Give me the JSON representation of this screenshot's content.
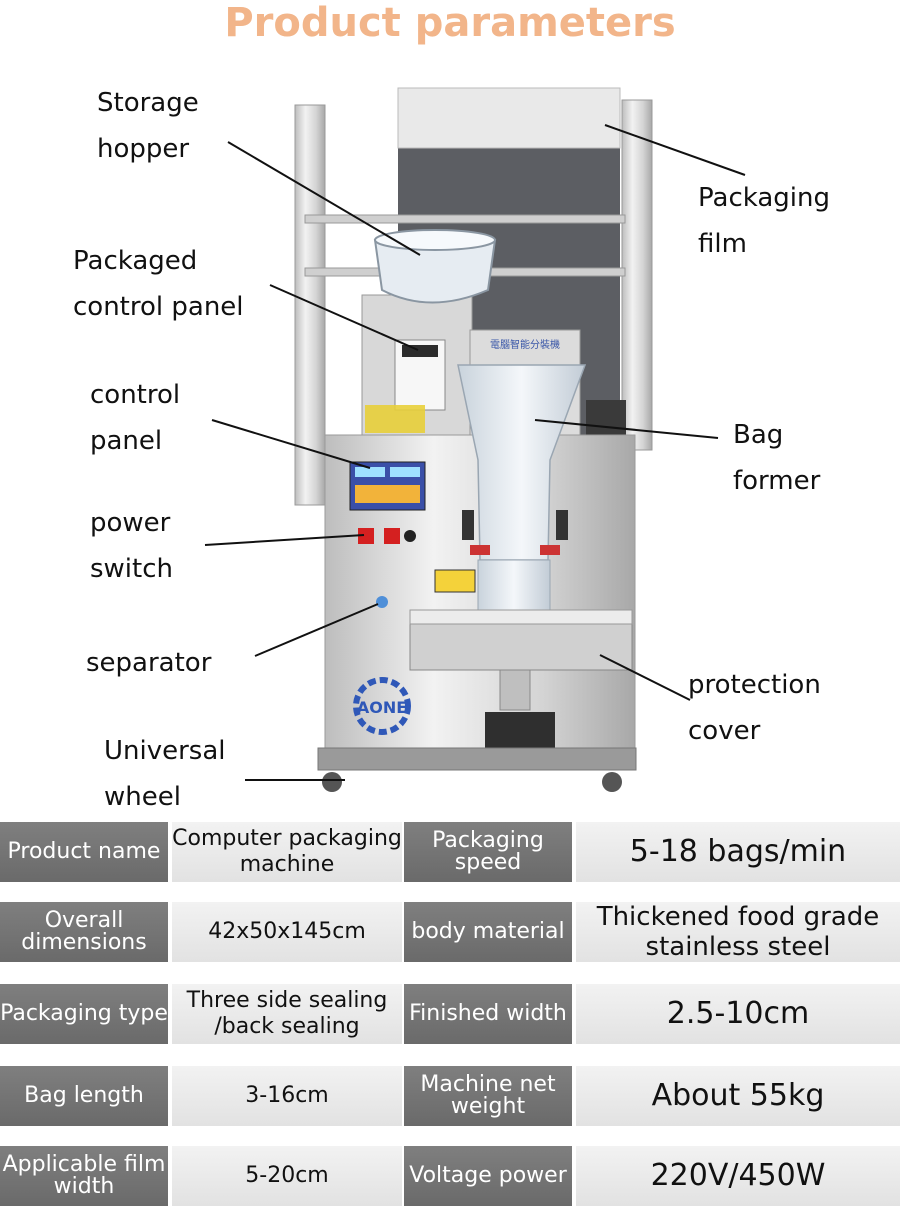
{
  "title": "Product parameters",
  "callouts": {
    "storage_hopper": "Storage\nhopper",
    "packaged_control_panel": "Packaged\ncontrol panel",
    "control_panel": "control\npanel",
    "power_switch": "power\nswitch",
    "separator": "separator",
    "universal_wheel": "Universal\nwheel",
    "packaging_film": "Packaging\nfilm",
    "bag_former": "Bag\nformer",
    "protection_cover": "protection\ncover"
  },
  "machine": {
    "logo_text": "AONE",
    "panel_text": "電腦智能分裝機"
  },
  "params": [
    {
      "label1": "Product name",
      "value1": "Computer packaging machine",
      "label2": "Packaging speed",
      "value2": "5-18 bags/min"
    },
    {
      "label1": "Overall dimensions",
      "value1": "42x50x145cm",
      "label2": "body material",
      "value2": "Thickened food grade stainless steel"
    },
    {
      "label1": "Packaging type",
      "value1": "Three side sealing /back sealing",
      "label2": "Finished width",
      "value2": "2.5-10cm"
    },
    {
      "label1": "Bag length",
      "value1": "3-16cm",
      "label2": "Machine net weight",
      "value2": "About 55kg"
    },
    {
      "label1": "Applicable film width",
      "value1": "5-20cm",
      "label2": "Voltage power",
      "value2": "220V/450W"
    }
  ],
  "colors": {
    "title": "#f2b58a",
    "label_bg": "#747474",
    "value_bg": "#ececec"
  }
}
